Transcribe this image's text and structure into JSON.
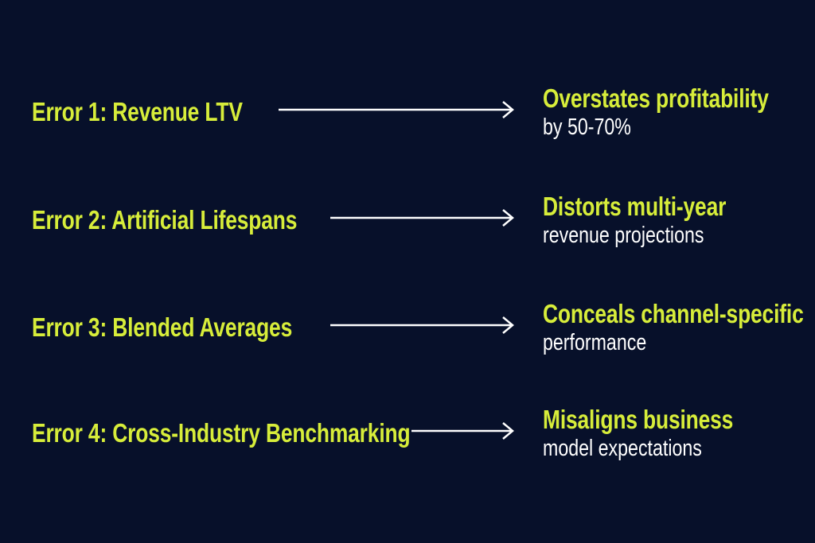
{
  "colors": {
    "background": "#07102a",
    "accent": "#d7ed3a",
    "text": "#ffffff",
    "arrow": "#ffffff"
  },
  "rows": [
    {
      "error": "Error 1: Revenue LTV",
      "effect_headline": "Overstates profitability",
      "effect_detail": "by 50-70%"
    },
    {
      "error": "Error 2: Artificial Lifespans",
      "effect_headline": "Distorts multi-year",
      "effect_detail": "revenue projections"
    },
    {
      "error": "Error 3: Blended Averages",
      "effect_headline": "Conceals channel-specific",
      "effect_detail": "performance"
    },
    {
      "error": "Error 4: Cross-Industry Benchmarking",
      "effect_headline": "Misaligns business",
      "effect_detail": "model expectations"
    }
  ]
}
